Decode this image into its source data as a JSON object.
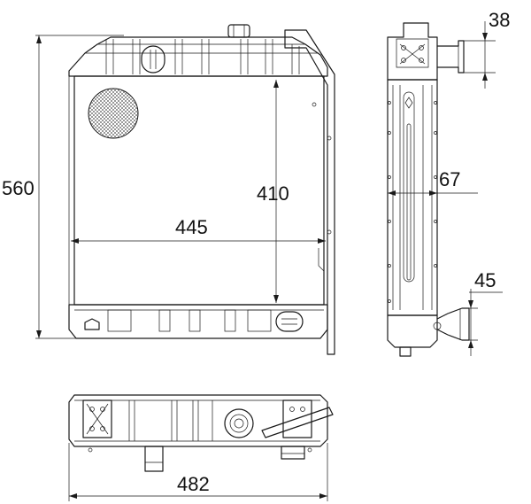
{
  "dimensions": {
    "overall_height": "560",
    "core_height": "410",
    "core_width": "445",
    "overall_width": "482",
    "core_depth": "67",
    "top_pipe_diameter": "38",
    "bottom_pipe_diameter": "45"
  },
  "colors": {
    "line": "#1a1a1a",
    "background": "#ffffff"
  }
}
